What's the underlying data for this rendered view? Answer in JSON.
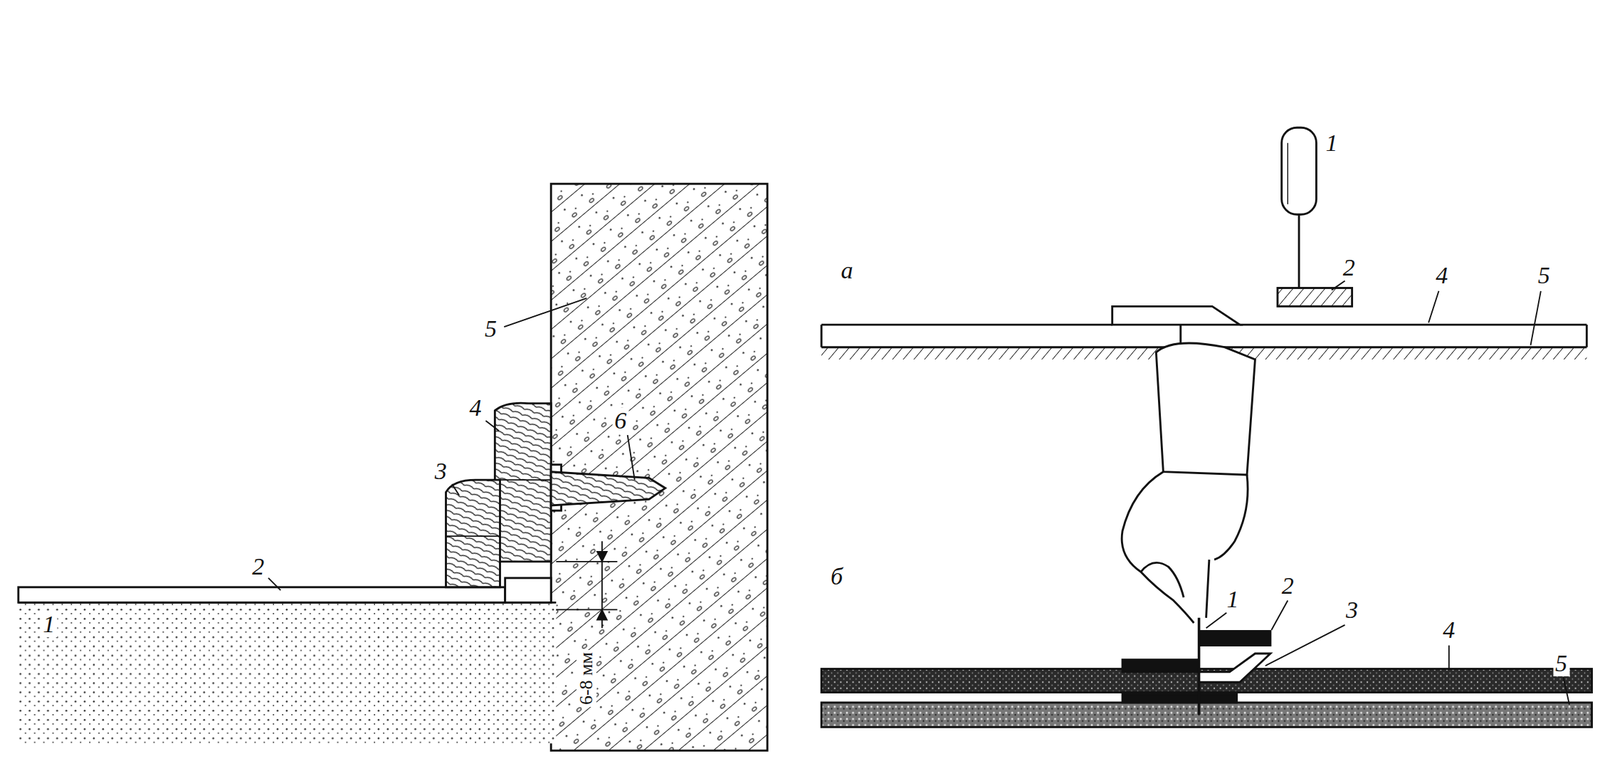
{
  "diagram": {
    "labels": [
      "5",
      "6",
      "4",
      "3",
      "1",
      "2",
      "6-8 мм",
      "а",
      "1",
      "2",
      "4",
      "5",
      "б",
      "1",
      "2",
      "3",
      "4",
      "5"
    ]
  }
}
